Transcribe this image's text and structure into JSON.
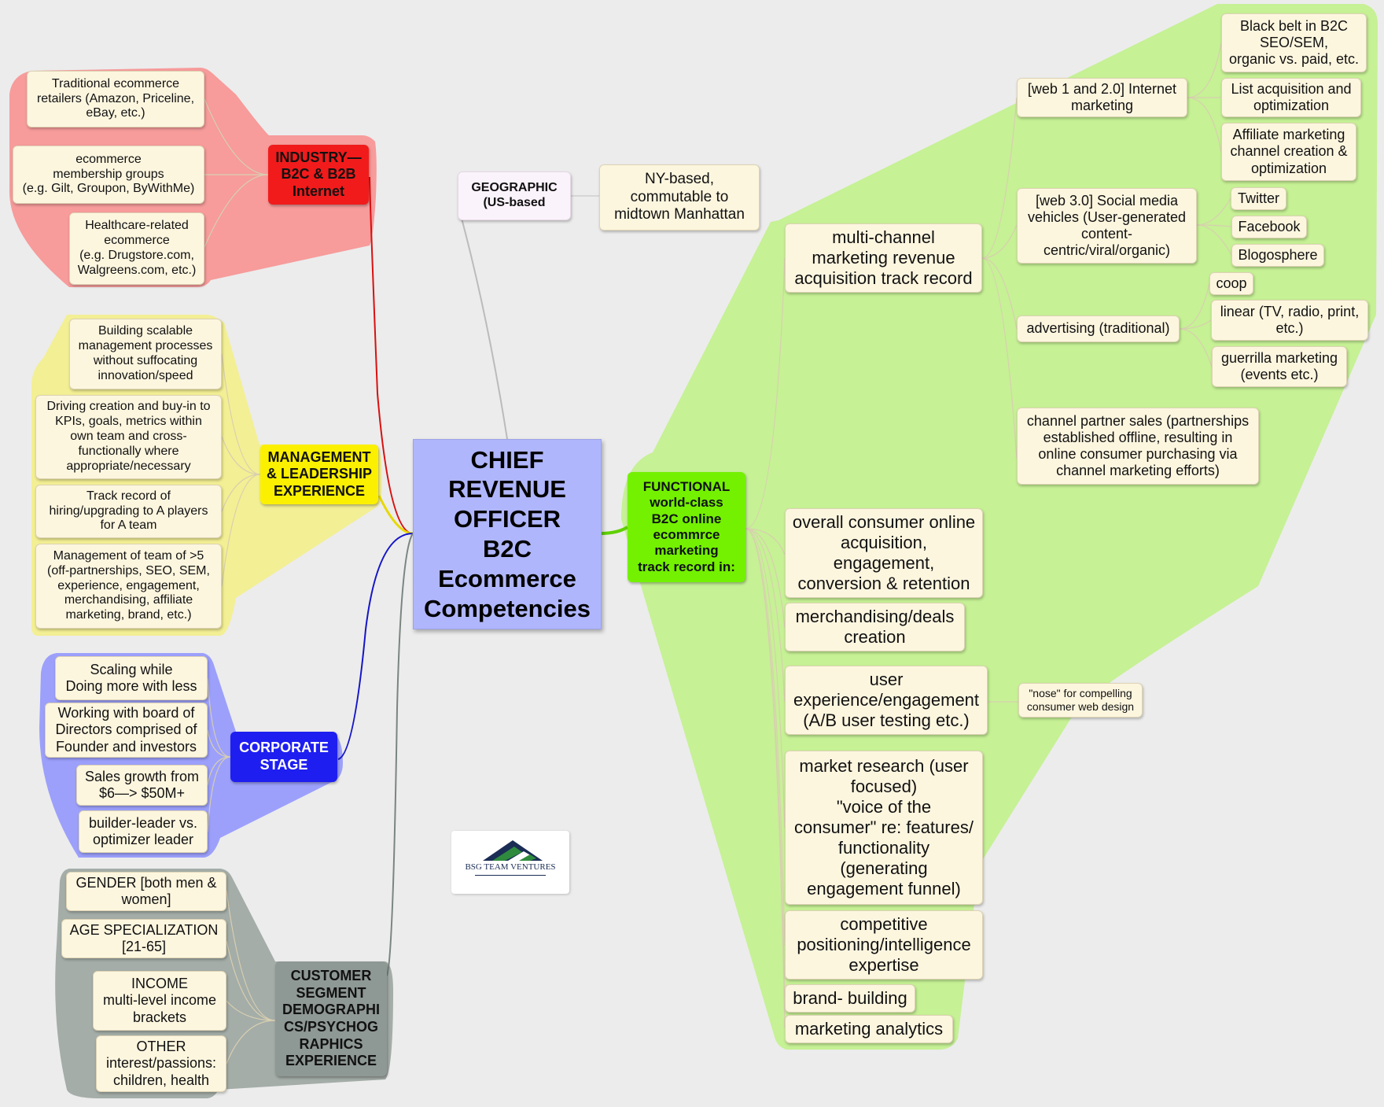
{
  "central": {
    "title": "CHIEF\nREVENUE\nOFFICER\nB2C\nEcommerce\nCompetencies"
  },
  "logo": {
    "text": "BSG TEAM VENTURES"
  },
  "colors": {
    "industry_region": "#f79b9b",
    "industry_header": "#f11b1b",
    "management_region": "#f3ef94",
    "management_header": "#fbf000",
    "corporate_region": "#9ca0fb",
    "corporate_header": "#1e1ef1",
    "customer_region": "#a4ada8",
    "customer_header": "#8e9894",
    "functional_region": "#c6f195",
    "functional_header": "#73f101",
    "central": "#b0b6fb",
    "node_fill": "#fdf6df"
  },
  "branches": {
    "geographic": {
      "label": "GEOGRAPHIC\n(US-based",
      "items": [
        "NY-based,\ncommutable to\nmidtown Manhattan"
      ]
    },
    "industry": {
      "label": "INDUSTRY—\nB2C & B2B\nInternet",
      "items": [
        "Traditional ecommerce\nretailers (Amazon, Priceline,\neBay, etc.)",
        "ecommerce\nmembership groups\n(e.g. Gilt, Groupon, ByWithMe)",
        "Healthcare-related\necommerce\n(e.g. Drugstore.com,\nWalgreens.com, etc.)"
      ]
    },
    "management": {
      "label": "MANAGEMENT\n& LEADERSHIP\nEXPERIENCE",
      "items": [
        "Building scalable\nmanagement processes\nwithout suffocating\ninnovation/speed",
        "Driving creation and buy-in to\nKPIs, goals, metrics within\nown team and cross-\nfunctionally where\nappropriate/necessary",
        "Track record of\nhiring/upgrading to A players\nfor A team",
        "Management of team of >5\n(off-partnerships, SEO, SEM,\nexperience, engagement,\nmerchandising, affiliate\nmarketing, brand, etc.)"
      ]
    },
    "corporate": {
      "label": "CORPORATE\nSTAGE",
      "items": [
        "Scaling while\nDoing more with less",
        "Working with board of\nDirectors comprised of\nFounder and investors",
        "Sales growth from\n$6—> $50M+",
        "builder-leader vs.\noptimizer leader"
      ]
    },
    "customer": {
      "label": "CUSTOMER\nSEGMENT\nDEMOGRAPHI\nCS/PSYCHOG\nRAPHICS\nEXPERIENCE",
      "items": [
        "GENDER [both men &\nwomen]",
        "AGE SPECIALIZATION\n[21-65]",
        "INCOME\nmulti-level income\nbrackets",
        "OTHER\ninterest/passions:\nchildren, health"
      ]
    },
    "functional": {
      "label": "FUNCTIONAL\nworld-class\nB2C online\necommrce\nmarketing\ntrack record in:",
      "multichannel": {
        "label": "multi-channel\nmarketing revenue\nacquisition track record",
        "web12": {
          "label": "[web 1 and 2.0] Internet\nmarketing",
          "items": [
            "Black belt in B2C\nSEO/SEM,\norganic vs. paid, etc.",
            "List acquisition and\noptimization",
            "Affiliate marketing\nchannel creation &\noptimization"
          ]
        },
        "web3": {
          "label": "[web 3.0] Social media\nvehicles (User-generated\ncontent-\ncentric/viral/organic)",
          "items": [
            "Twitter",
            "Facebook",
            "Blogosphere"
          ]
        },
        "advertising": {
          "label": "advertising (traditional)",
          "items": [
            "coop",
            "linear (TV, radio, print,\netc.)",
            "guerrilla marketing\n(events etc.)"
          ]
        },
        "channel": {
          "label": "channel partner sales (partnerships\nestablished offline, resulting in\nonline consumer purchasing via\nchannel marketing efforts)"
        }
      },
      "items": {
        "acquisition": "overall consumer online\nacquisition,\nengagement,\nconversion & retention",
        "merchandising": "merchandising/deals\ncreation",
        "ux": "user\nexperience/engagement\n(A/B user testing etc.)",
        "ux_child": "\"nose\" for compelling\nconsumer web design",
        "research": "market research (user\nfocused)\n\"voice of the\nconsumer\" re: features/\nfunctionality\n(generating\nengagement funnel)",
        "competitive": "competitive\npositioning/intelligence\nexpertise",
        "brand": "brand- building",
        "analytics": "marketing analytics"
      }
    }
  }
}
